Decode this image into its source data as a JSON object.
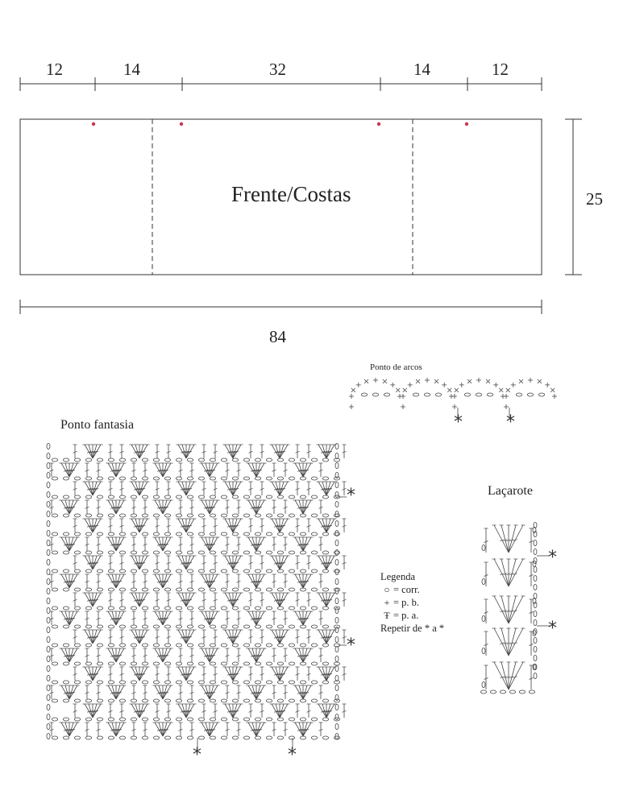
{
  "top_dims": [
    "12",
    "14",
    "32",
    "14",
    "12"
  ],
  "height_dim": "25",
  "width_dim": "84",
  "panel_label": "Frente/Costas",
  "arcs_title": "Ponto de arcos",
  "fantasia_title": "Ponto fantasia",
  "lacarote_title": "Laçarote",
  "legend": {
    "title": "Legenda",
    "items": [
      {
        "icon": "chain-stitch-icon",
        "symbol": "○",
        "text": "= corr."
      },
      {
        "icon": "single-crochet-icon",
        "symbol": "+",
        "text": "= p. b."
      },
      {
        "icon": "double-crochet-icon",
        "symbol": "Ŧ",
        "text": "= p. a."
      }
    ],
    "repeat": "Repetir de * a *"
  },
  "repeat_mark": "*",
  "colors": {
    "line": "#333333",
    "marker": "#cc3355"
  }
}
